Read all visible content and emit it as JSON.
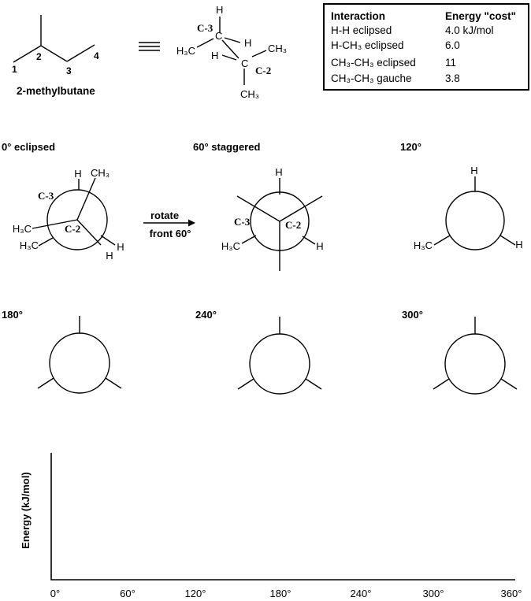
{
  "molecule": {
    "name_label": "2-methylbutane",
    "carbon_numbers": [
      "1",
      "2",
      "3",
      "4"
    ]
  },
  "sawhorse": {
    "h_top": "H",
    "c3_label": "C-3",
    "c3_atom": "C",
    "h3c_left": "H₃C",
    "h_upper": "H",
    "h_lower": "H",
    "c2_atom": "C",
    "c2_label": "C-2",
    "ch3_upper": "CH₃",
    "ch3_lower": "CH₃"
  },
  "interaction_table": {
    "header_interaction": "Interaction",
    "header_energy": "Energy \"cost\"",
    "rows": [
      {
        "interaction": "H-H eclipsed",
        "energy": "4.0  kJ/mol"
      },
      {
        "interaction": "H-CH₃ eclipsed",
        "energy": "6.0"
      },
      {
        "interaction": "CH₃-CH₃ eclipsed",
        "energy": "11"
      },
      {
        "interaction": "CH₃-CH₃ gauche",
        "energy": "3.8"
      }
    ]
  },
  "conformers": {
    "row1_titles": [
      "0° eclipsed",
      "60° staggered",
      "120°"
    ],
    "row2_titles": [
      "180°",
      "240°",
      "300°"
    ],
    "proj0": {
      "c3": "C-3",
      "c2": "C-2",
      "front_top_ch3": "CH₃",
      "front_left_h3c": "H₃C",
      "front_bottom_h": "H",
      "back_top_h": "H",
      "back_left_h3c": "H₃C",
      "back_right_h": "H"
    },
    "proj60": {
      "c3": "C-3",
      "c2": "C-2",
      "back_top_h": "H",
      "back_left_h3c": "H₃C",
      "back_right_h": "H"
    },
    "proj120": {
      "back_top_h": "H",
      "back_left_h3c": "H₃C",
      "back_right_h": "H"
    }
  },
  "rotate_arrow": {
    "line1": "rotate",
    "line2": "front 60°"
  },
  "graph": {
    "ylabel": "Energy (kJ/mol)",
    "x_ticks": [
      "0°",
      "60°",
      "120°",
      "180°",
      "240°",
      "300°",
      "360°"
    ]
  }
}
